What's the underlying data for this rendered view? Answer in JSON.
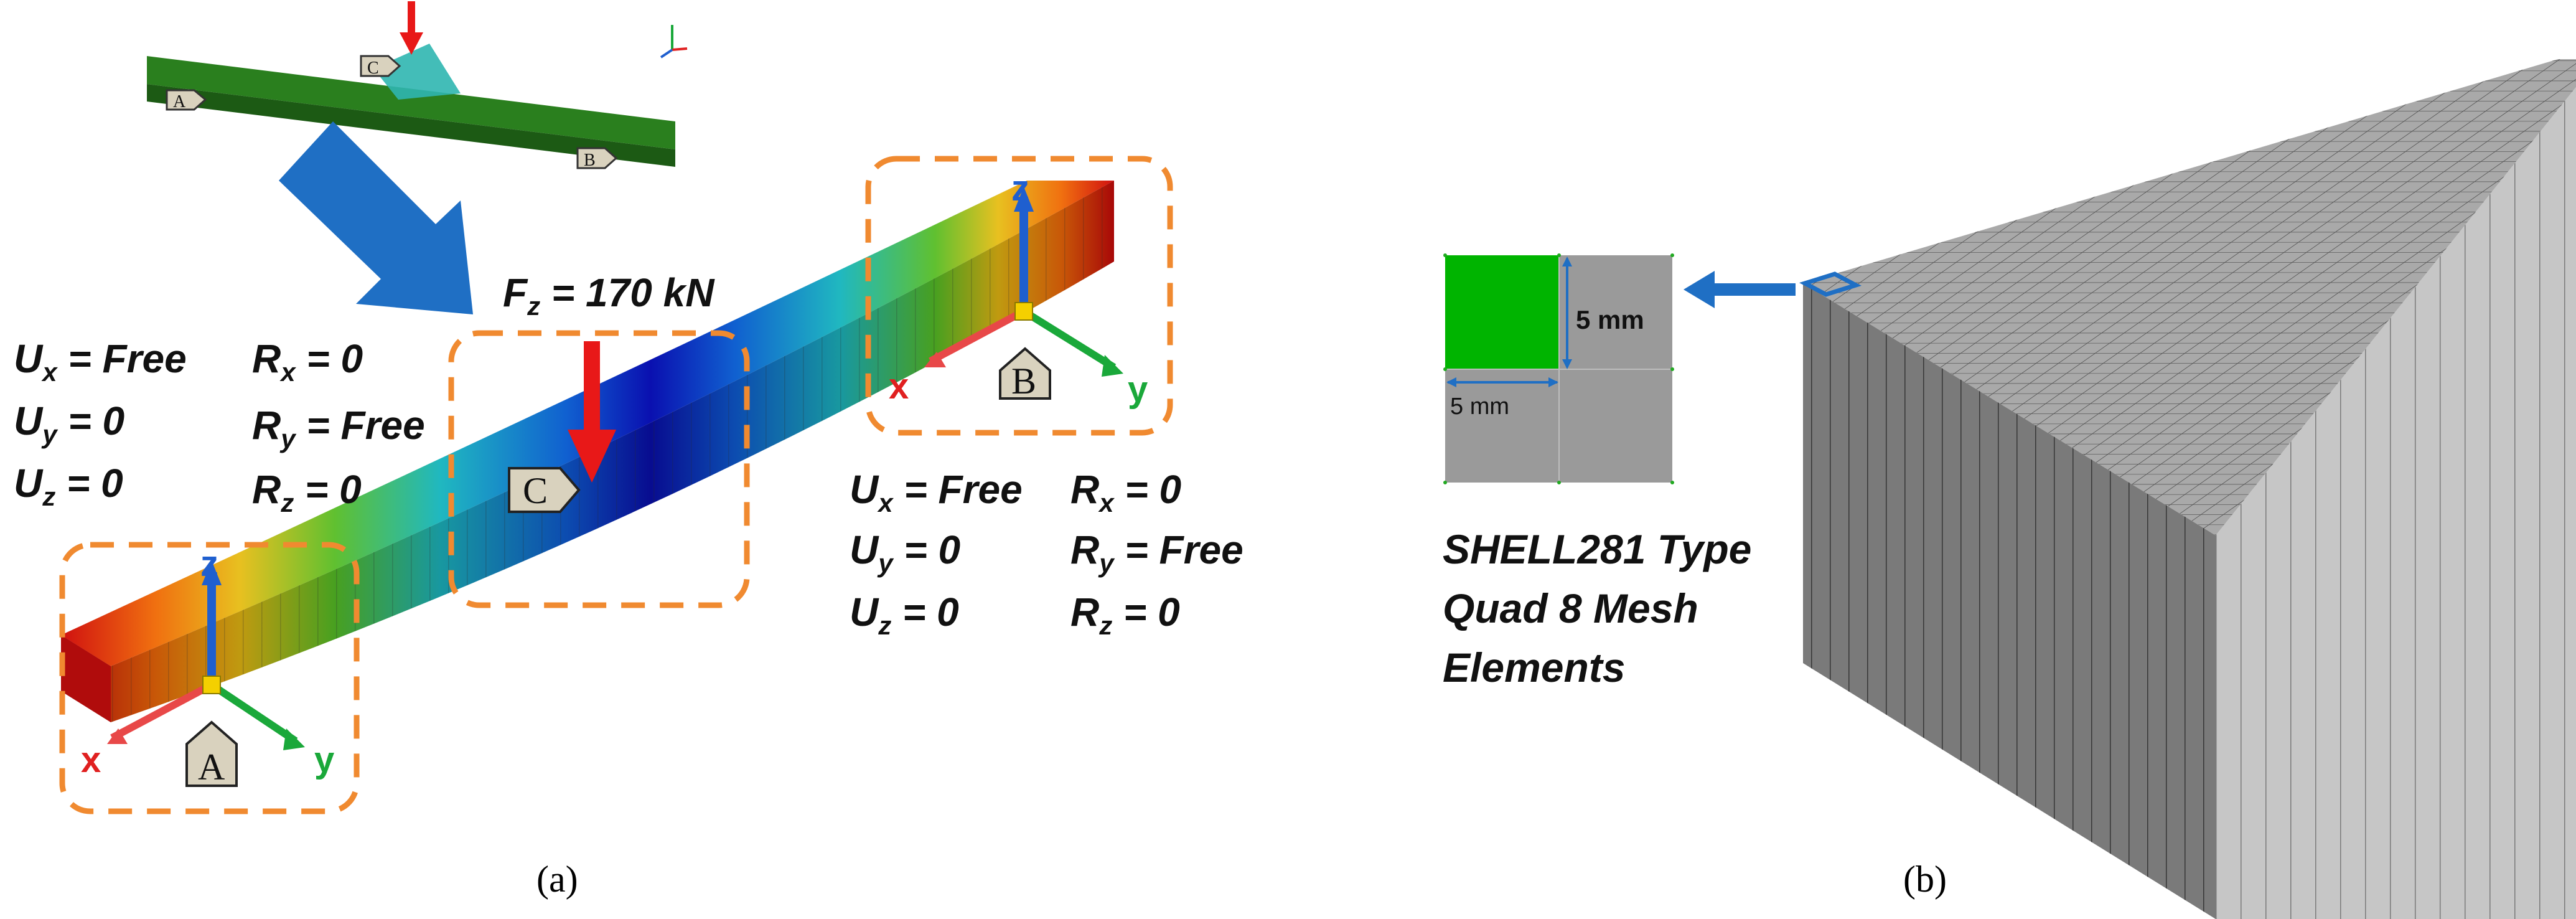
{
  "panel_a": {
    "caption": "(a)",
    "load": {
      "main": "F",
      "sub": "z",
      "rest": " = 170 kN"
    },
    "markers": {
      "a": "A",
      "b": "B",
      "c": "C"
    },
    "axes": {
      "x": "x",
      "y": "y",
      "z": "z"
    },
    "support_a": [
      {
        "sym": "U",
        "sub": "x",
        "rest": " = Free"
      },
      {
        "sym": "U",
        "sub": "y",
        "rest": " = 0"
      },
      {
        "sym": "U",
        "sub": "z",
        "rest": " = 0"
      },
      {
        "sym": "R",
        "sub": "x",
        "rest": " = 0"
      },
      {
        "sym": "R",
        "sub": "y",
        "rest": " = Free"
      },
      {
        "sym": "R",
        "sub": "z",
        "rest": " = 0"
      }
    ],
    "support_b": [
      {
        "sym": "U",
        "sub": "x",
        "rest": " = Free"
      },
      {
        "sym": "U",
        "sub": "y",
        "rest": " = 0"
      },
      {
        "sym": "U",
        "sub": "z",
        "rest": " = 0"
      },
      {
        "sym": "R",
        "sub": "x",
        "rest": " = 0"
      },
      {
        "sym": "R",
        "sub": "y",
        "rest": " = Free"
      },
      {
        "sym": "R",
        "sub": "z",
        "rest": " = 0"
      }
    ]
  },
  "panel_b": {
    "caption": "(b)",
    "dim_vertical": "5 mm",
    "dim_horizontal": "5 mm",
    "element_label": [
      "SHELL281 Type",
      "Quad 8 Mesh",
      "Elements"
    ]
  },
  "colors": {
    "dashed_box": "#f08a30",
    "load_arrow": "#e81818",
    "flow_arrow": "#1f6fc4",
    "x_axis": "#e02020",
    "y_axis": "#1aa83a",
    "z_axis": "#1f5fcf",
    "mesh_highlight": "#00b400",
    "mesh_grey": "#9a9a9a",
    "marker_fill": "#d9d2be"
  }
}
